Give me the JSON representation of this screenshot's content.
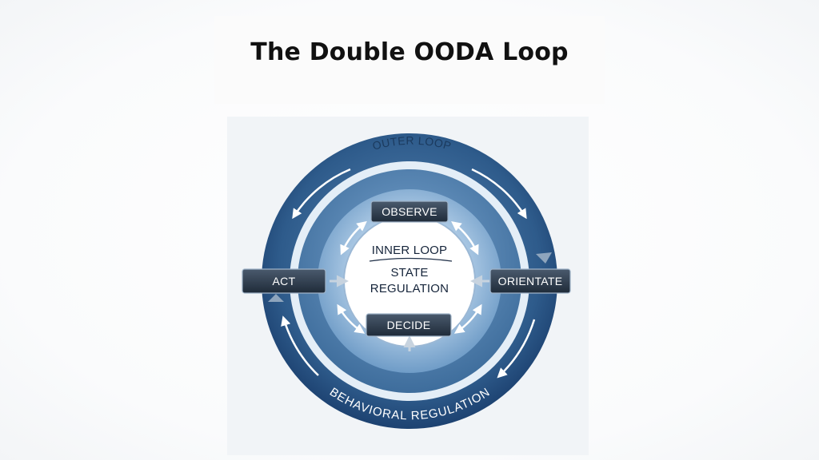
{
  "title": "The Double OODA Loop",
  "diagram": {
    "outer_loop_label": "OUTER LOOP",
    "behavioral_label": "BEHAVIORAL REGULATION",
    "inner_loop_label": "INNER LOOP",
    "center_line1": "STATE",
    "center_line2": "REGULATION",
    "nodes": {
      "observe": "OBSERVE",
      "orientate": "ORIENTATE",
      "decide": "DECIDE",
      "act": "ACT"
    }
  },
  "colors": {
    "outer_ring": "#2f5e8e",
    "inner_ring": "#6f9cc7",
    "box_fill": "#2c3b4d",
    "center_fill": "#ffffff"
  }
}
